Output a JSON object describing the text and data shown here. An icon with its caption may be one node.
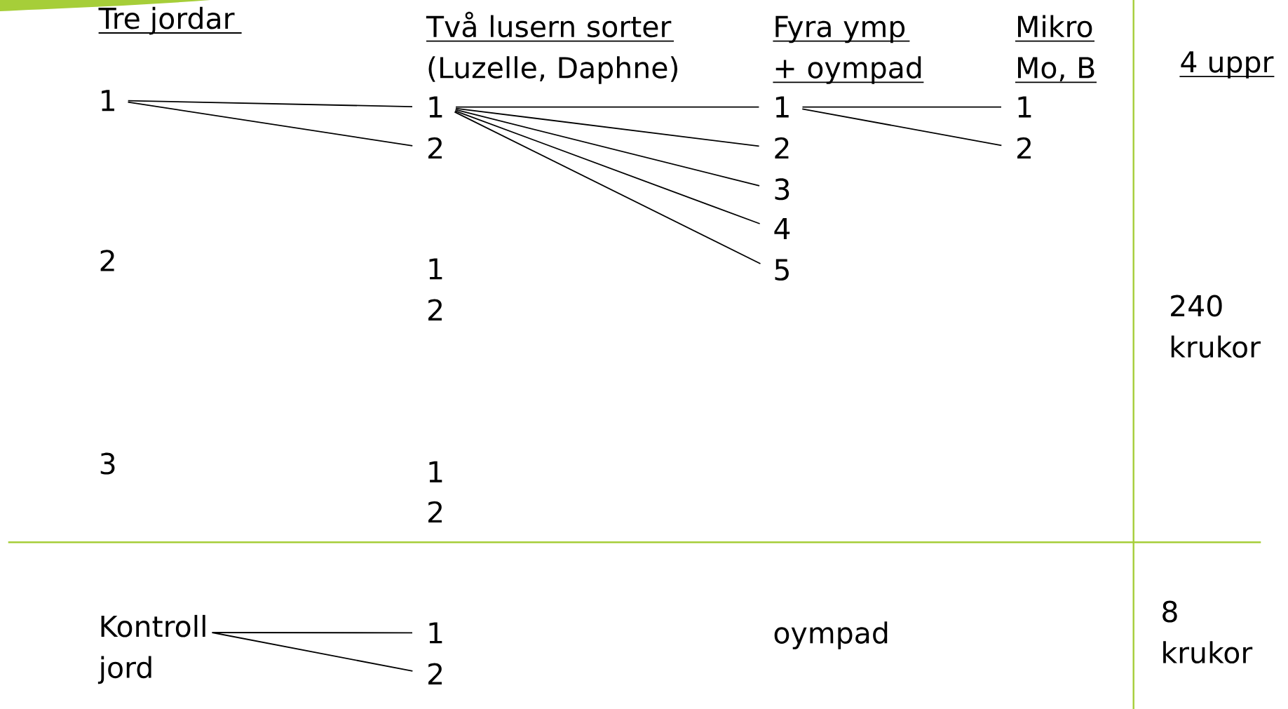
{
  "diagram": {
    "nodes": [
      {
        "text": [
          "1"
        ]
      },
      {
        "text": [
          "1"
        ]
      },
      {
        "text": [
          "2"
        ]
      },
      {
        "text": [
          "1"
        ]
      },
      {
        "text": [
          "2"
        ]
      },
      {
        "text": [
          "3"
        ]
      },
      {
        "text": [
          "4"
        ]
      },
      {
        "text": [
          "5"
        ]
      },
      {
        "text": [
          "1"
        ]
      },
      {
        "text": [
          "2"
        ]
      },
      {
        "text": [
          "Kontroll jord"
        ]
      },
      {
        "text": [
          "1"
        ]
      },
      {
        "text": [
          "2"
        ]
      }
    ],
    "edges": [
      {
        "from": 0,
        "to": 1,
        "arrow": "none"
      },
      {
        "from": 0,
        "to": 2,
        "arrow": "none"
      },
      {
        "from": 1,
        "to": 3,
        "arrow": "none"
      },
      {
        "from": 1,
        "to": 4,
        "arrow": "none"
      },
      {
        "from": 1,
        "to": 5,
        "arrow": "none"
      },
      {
        "from": 1,
        "to": 6,
        "arrow": "none"
      },
      {
        "from": 1,
        "to": 7,
        "arrow": "none"
      },
      {
        "from": 3,
        "to": 8,
        "arrow": "none"
      },
      {
        "from": 3,
        "to": 9,
        "arrow": "none"
      },
      {
        "from": 10,
        "to": 11,
        "arrow": "none"
      },
      {
        "from": 10,
        "to": 12,
        "arrow": "none"
      }
    ],
    "labels": [
      "Tre jordar",
      "Två lusern sorter (Luzelle, Daphne)",
      "Fyra ymp + oympad",
      "Mikro Mo, B",
      "4 uppr",
      "2",
      "1",
      "2",
      "240 krukor",
      "3",
      "1",
      "2",
      "8 krukor",
      "oympad"
    ]
  }
}
